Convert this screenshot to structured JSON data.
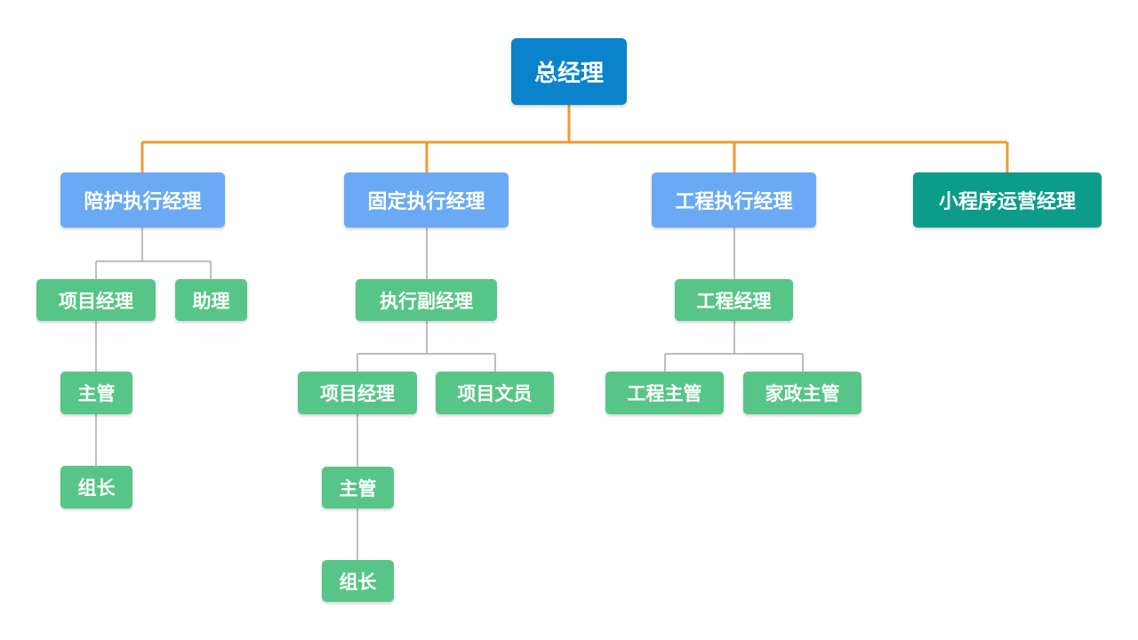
{
  "colors": {
    "root": "#0a82cc",
    "executive": "#6aaaf4",
    "operations": "#0b9c8a",
    "staff": "#57c588",
    "top_connector": "#f29a2e",
    "sub_connector": "#a9a9a9"
  },
  "org": {
    "root": "总经理",
    "branches": [
      {
        "label": "陪护执行经理",
        "children": [
          {
            "label": "项目经理",
            "children": [
              {
                "label": "主管"
              },
              {
                "label": "组长"
              }
            ]
          },
          {
            "label": "助理"
          }
        ]
      },
      {
        "label": "固定执行经理",
        "children": [
          {
            "label": "执行副经理",
            "children": [
              {
                "label": "项目经理",
                "children": [
                  {
                    "label": "主管"
                  },
                  {
                    "label": "组长"
                  }
                ]
              },
              {
                "label": "项目文员"
              }
            ]
          }
        ]
      },
      {
        "label": "工程执行经理",
        "children": [
          {
            "label": "工程经理",
            "children": [
              {
                "label": "工程主管"
              },
              {
                "label": "家政主管"
              }
            ]
          }
        ]
      },
      {
        "label": "小程序运营经理"
      }
    ]
  }
}
